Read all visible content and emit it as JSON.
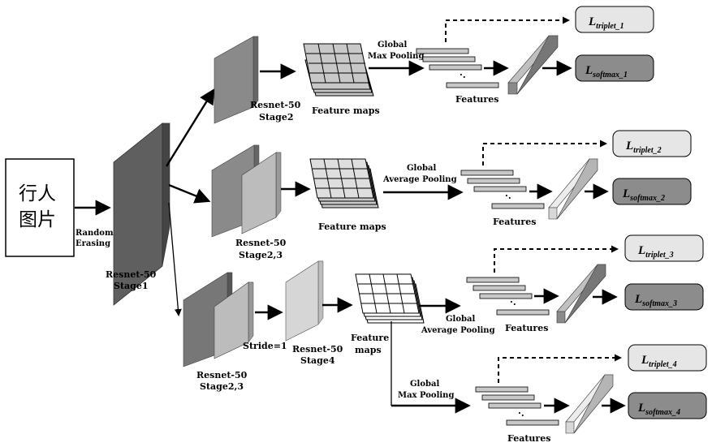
{
  "input": {
    "line1": "行人",
    "line2": "图片"
  },
  "labels": {
    "random": "Random",
    "erasing": "Erasing",
    "stage1_a": "Resnet-50",
    "stage1_b": "Stage1",
    "b1_stage_a": "Resnet-50",
    "b1_stage_b": "Stage2",
    "b2_stage_a": "Resnet-50",
    "b2_stage_b": "Stage2,3",
    "b3_stage_a": "Resnet-50",
    "b3_stage_b": "Stage2,3",
    "b3_stage4_a": "Resnet-50",
    "b3_stage4_b": "Stage4",
    "stride": "Stride=1",
    "fmaps": "Feature maps",
    "fmaps_a": "Feature",
    "fmaps_b": "maps",
    "features": "Features",
    "gmp_a": "Global",
    "gmp_b": "Max Pooling",
    "gap_a": "Global",
    "gap_b": "Average Pooling"
  },
  "losses": {
    "l": "L",
    "triplet_1": "triplet_1",
    "softmax_1": "softmax_1",
    "triplet_2": "triplet_2",
    "softmax_2": "softmax_2",
    "triplet_3": "triplet_3",
    "softmax_3": "softmax_3",
    "triplet_4": "triplet_4",
    "softmax_4": "softmax_4"
  },
  "colors": {
    "stage1": "#5f5f5f",
    "stage_mid": "#8a8a8a",
    "stage_light": "#bcbcbc",
    "stage4": "#d6d6d6",
    "fmap_cell": "#c8c8c8",
    "triplet_box": "#e6e6e6",
    "softmax_box": "#8c8c8c",
    "feature_bar": "#c8c8c8",
    "fc_dark": "#8a8a8a",
    "fc_light": "#d8d8d8"
  }
}
